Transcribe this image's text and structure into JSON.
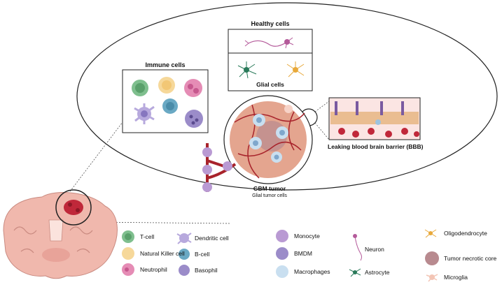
{
  "diagram": {
    "healthy_title": "Healthy cells",
    "glial_title": "Glial cells",
    "immune_title": "Immune cells",
    "bbb_title": "Leaking blood brain barrier (BBB)",
    "tumor_title": "GBM tumor",
    "tumor_subtitle": "Glial tumor cells"
  },
  "legend": {
    "col1": [
      "T-cell",
      "Natural Killer cell",
      "Neutrophil"
    ],
    "col2": [
      "Dendritic cell",
      "B-cell",
      "Basophil"
    ],
    "col3": [
      "Monocyte",
      "BMDM",
      "Macrophages"
    ],
    "col4": [
      "Neuron",
      "Astrocyte"
    ],
    "col5": [
      "Oligodendrocyte",
      "Tumor necrotic core",
      "Microglia"
    ]
  },
  "colors": {
    "tcell": "#7fbf8e",
    "nk": "#f6d89a",
    "neutrophil": "#e58cb5",
    "dendritic": "#b7a9dd",
    "bcell": "#6aa9c4",
    "basophil": "#9b8cc9",
    "monocyte": "#b99ad3",
    "tumor": "#e4a58f",
    "vessel": "#a8232b",
    "brain": "#f0b8ad"
  }
}
